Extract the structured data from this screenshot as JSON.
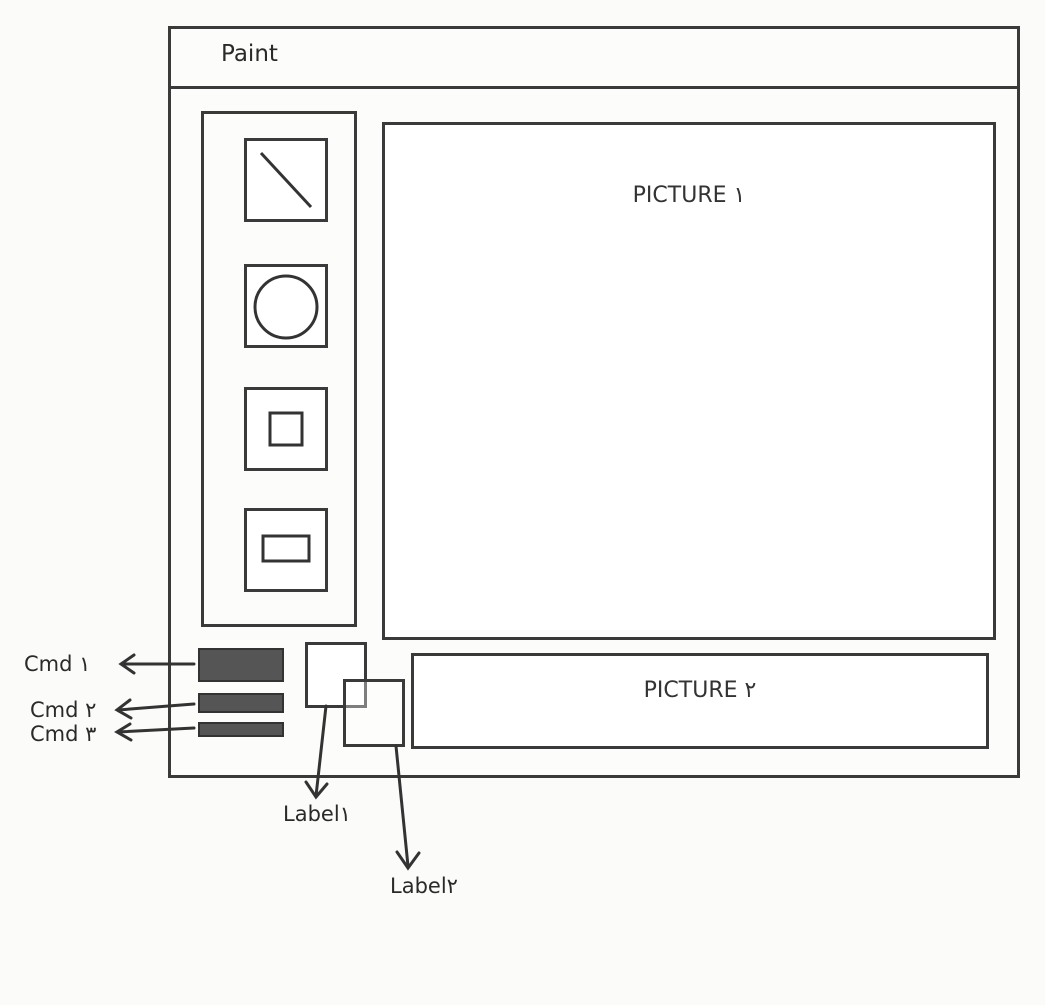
{
  "window": {
    "title": "Paint"
  },
  "tools": [
    {
      "name": "line-tool",
      "icon": "diagonal-line-icon"
    },
    {
      "name": "circle-tool",
      "icon": "circle-icon"
    },
    {
      "name": "square-tool",
      "icon": "square-icon"
    },
    {
      "name": "rectangle-tool",
      "icon": "rectangle-icon"
    }
  ],
  "pictures": {
    "picture1": "PICTURE ١",
    "picture2": "PICTURE ٢"
  },
  "annotations": {
    "cmd1": "Cmd ١",
    "cmd2": "Cmd ٢",
    "cmd3": "Cmd ٣",
    "label1": "Label١",
    "label2": "Label٢"
  },
  "colors": {
    "border": "#3a3a3a",
    "command_fill": "#555555",
    "background": "#fbfbf9"
  }
}
